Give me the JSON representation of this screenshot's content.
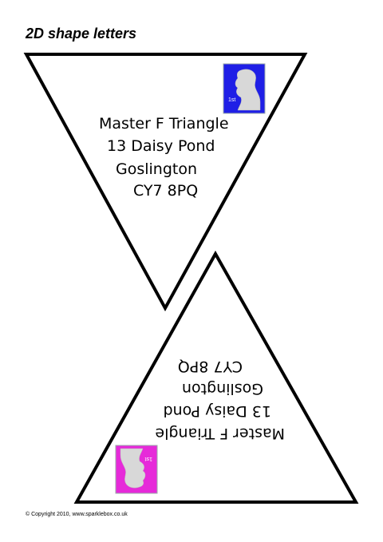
{
  "page": {
    "title": "2D shape letters",
    "copyright": "© Copyright 2010, www.sparklebox.co.uk"
  },
  "letters": [
    {
      "orientation": "upright",
      "address": [
        "Master F Triangle",
        "13 Daisy Pond",
        "Goslington",
        "CY7 8PQ"
      ],
      "stamp": {
        "label": "1st",
        "color": "#1f1fe6"
      }
    },
    {
      "orientation": "rotated-180",
      "address": [
        "Master F Triangle",
        "13 Daisy Pond",
        "Goslington",
        "CY7 8PQ"
      ],
      "stamp": {
        "label": "1st",
        "color": "#e62ad9"
      }
    }
  ],
  "colors": {
    "outline": "#000000",
    "background": "#ffffff"
  }
}
